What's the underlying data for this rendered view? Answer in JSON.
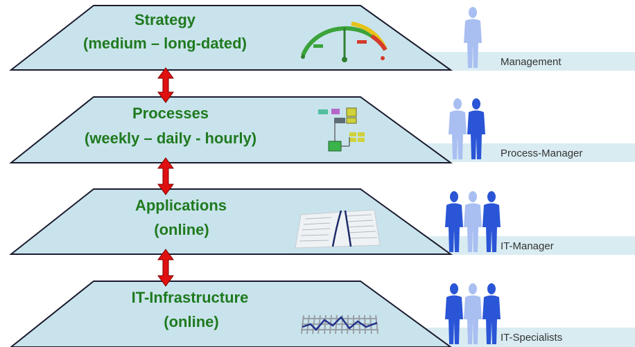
{
  "colors": {
    "plane_fill": "#c9e3ec",
    "plane_stroke": "#1a1a2e",
    "band_fill": "#d9ecf2",
    "title_text": "#1f7a1f",
    "arrow_fill": "#e01010",
    "person_light": "#a9bff2",
    "person_dark": "#2a55d6",
    "role_text": "#333333"
  },
  "layers": [
    {
      "title": "Strategy",
      "subtitle": "(medium – long-dated)",
      "icon": "gauge-icon",
      "role": "Management",
      "people": [
        "light"
      ]
    },
    {
      "title": "Processes",
      "subtitle": "(weekly – daily - hourly)",
      "icon": "process-flow-icon",
      "role": "Process-Manager",
      "people": [
        "light",
        "dark"
      ]
    },
    {
      "title": "Applications",
      "subtitle": "(online)",
      "icon": "application-chart-icon",
      "role": "IT-Manager",
      "people": [
        "dark",
        "light",
        "dark"
      ]
    },
    {
      "title": "IT-Infrastructure",
      "subtitle": "(online)",
      "icon": "infrastructure-network-icon",
      "role": "IT-Specialists",
      "people": [
        "dark",
        "light",
        "dark"
      ]
    }
  ],
  "connectors": [
    {
      "from": "Strategy",
      "to": "Processes"
    },
    {
      "from": "Processes",
      "to": "Applications"
    },
    {
      "from": "Applications",
      "to": "IT-Infrastructure"
    }
  ]
}
